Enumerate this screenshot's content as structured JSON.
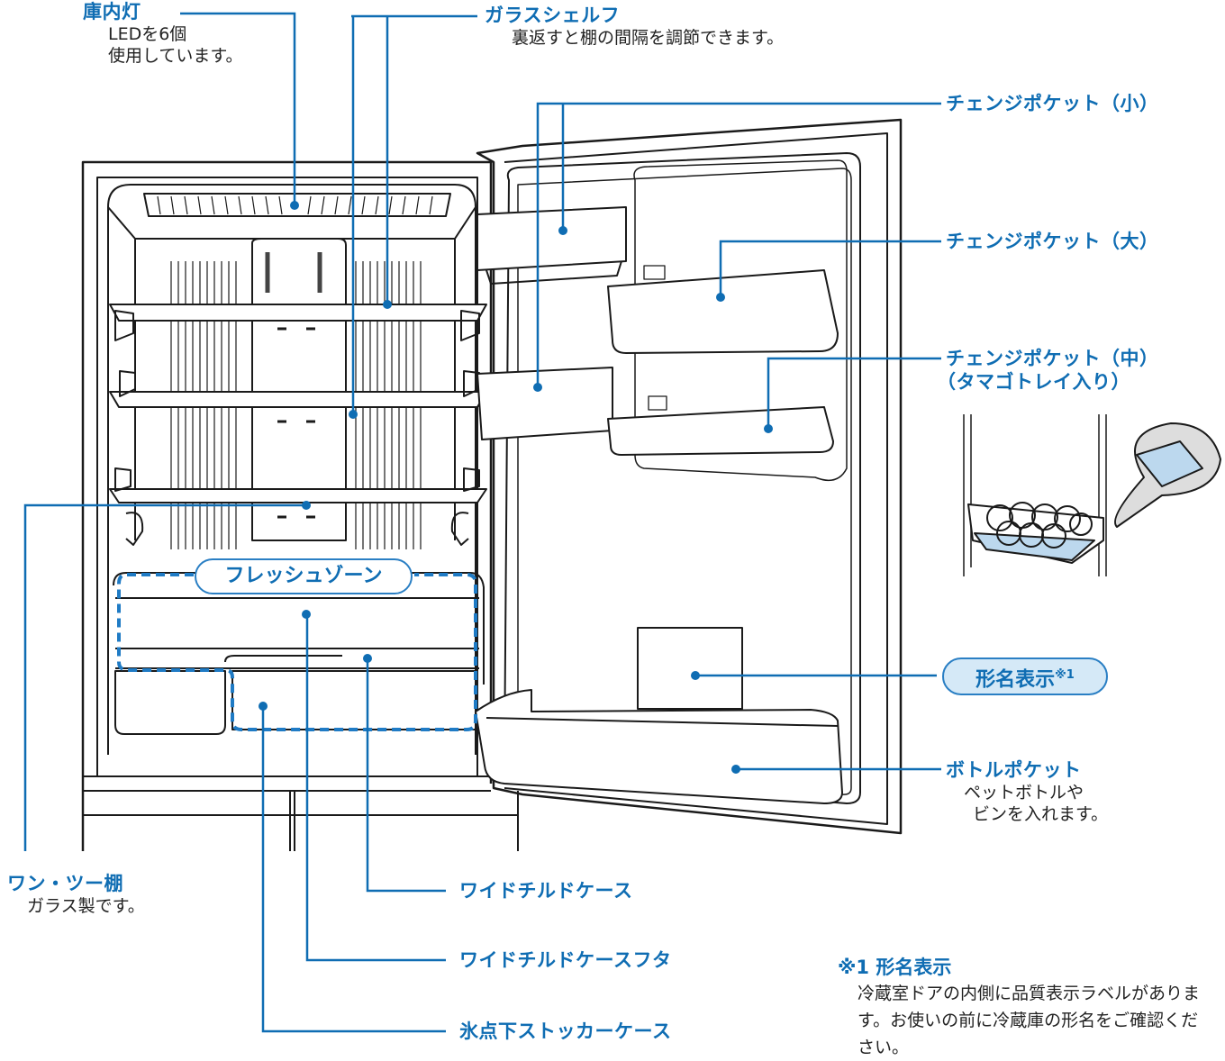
{
  "labels": {
    "light": {
      "title": "庫内灯",
      "desc": [
        "LEDを6個",
        "使用しています。"
      ]
    },
    "glass_shelf": {
      "title": "ガラスシェルフ",
      "desc": "裏返すと棚の間隔を調節できます。"
    },
    "pocket_small": {
      "title": "チェンジポケット（小）"
    },
    "pocket_large": {
      "title": "チェンジポケット（大）"
    },
    "pocket_medium": {
      "title": "チェンジポケット（中）",
      "sub": "（タマゴトレイ入り）"
    },
    "fresh_zone": {
      "title": "フレッシュゾーン"
    },
    "model_label": {
      "title": "形名表示",
      "mark": "※1"
    },
    "bottle_pocket": {
      "title": "ボトルポケット",
      "desc": [
        "ペットボトルや",
        "ビンを入れます。"
      ]
    },
    "one_two_shelf": {
      "title": "ワン・ツー棚",
      "desc": "ガラス製です。"
    },
    "wide_chilled_case": {
      "title": "ワイドチルドケース"
    },
    "wide_chilled_lid": {
      "title": "ワイドチルドケースフタ"
    },
    "subzero_case": {
      "title": "氷点下ストッカーケース"
    }
  },
  "footnote": {
    "title": "※1 形名表示",
    "body": "冷蔵室ドアの内側に品質表示ラベルがあります。お使いの前に冷蔵庫の形名をご確認ください。"
  },
  "colors": {
    "accent": "#0f6db3",
    "line": "#1a1a1a",
    "tint": "#d5e9f7"
  }
}
